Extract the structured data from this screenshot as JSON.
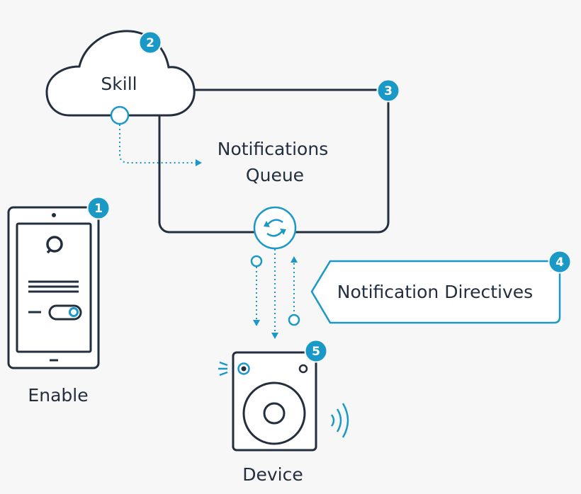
{
  "colors": {
    "stroke": "#232f3e",
    "accent": "#1a98c6",
    "background": "#f7f7f7"
  },
  "nodes": {
    "skill": {
      "label": "Skill",
      "badge": "2"
    },
    "queue": {
      "label_line1": "Notifications",
      "label_line2": "Queue",
      "badge": "3"
    },
    "tablet": {
      "label": "Enable",
      "badge": "1"
    },
    "directives": {
      "label": "Notification Directives",
      "badge": "4"
    },
    "device": {
      "label": "Device",
      "badge": "5"
    }
  },
  "icons": {
    "sync": "sync-icon",
    "alexa_ring": "alexa-ring-icon",
    "toggle": "toggle-switch-icon",
    "speaker": "speaker-icon",
    "sound_waves": "sound-waves-icon",
    "light_rays": "light-rays-icon"
  }
}
